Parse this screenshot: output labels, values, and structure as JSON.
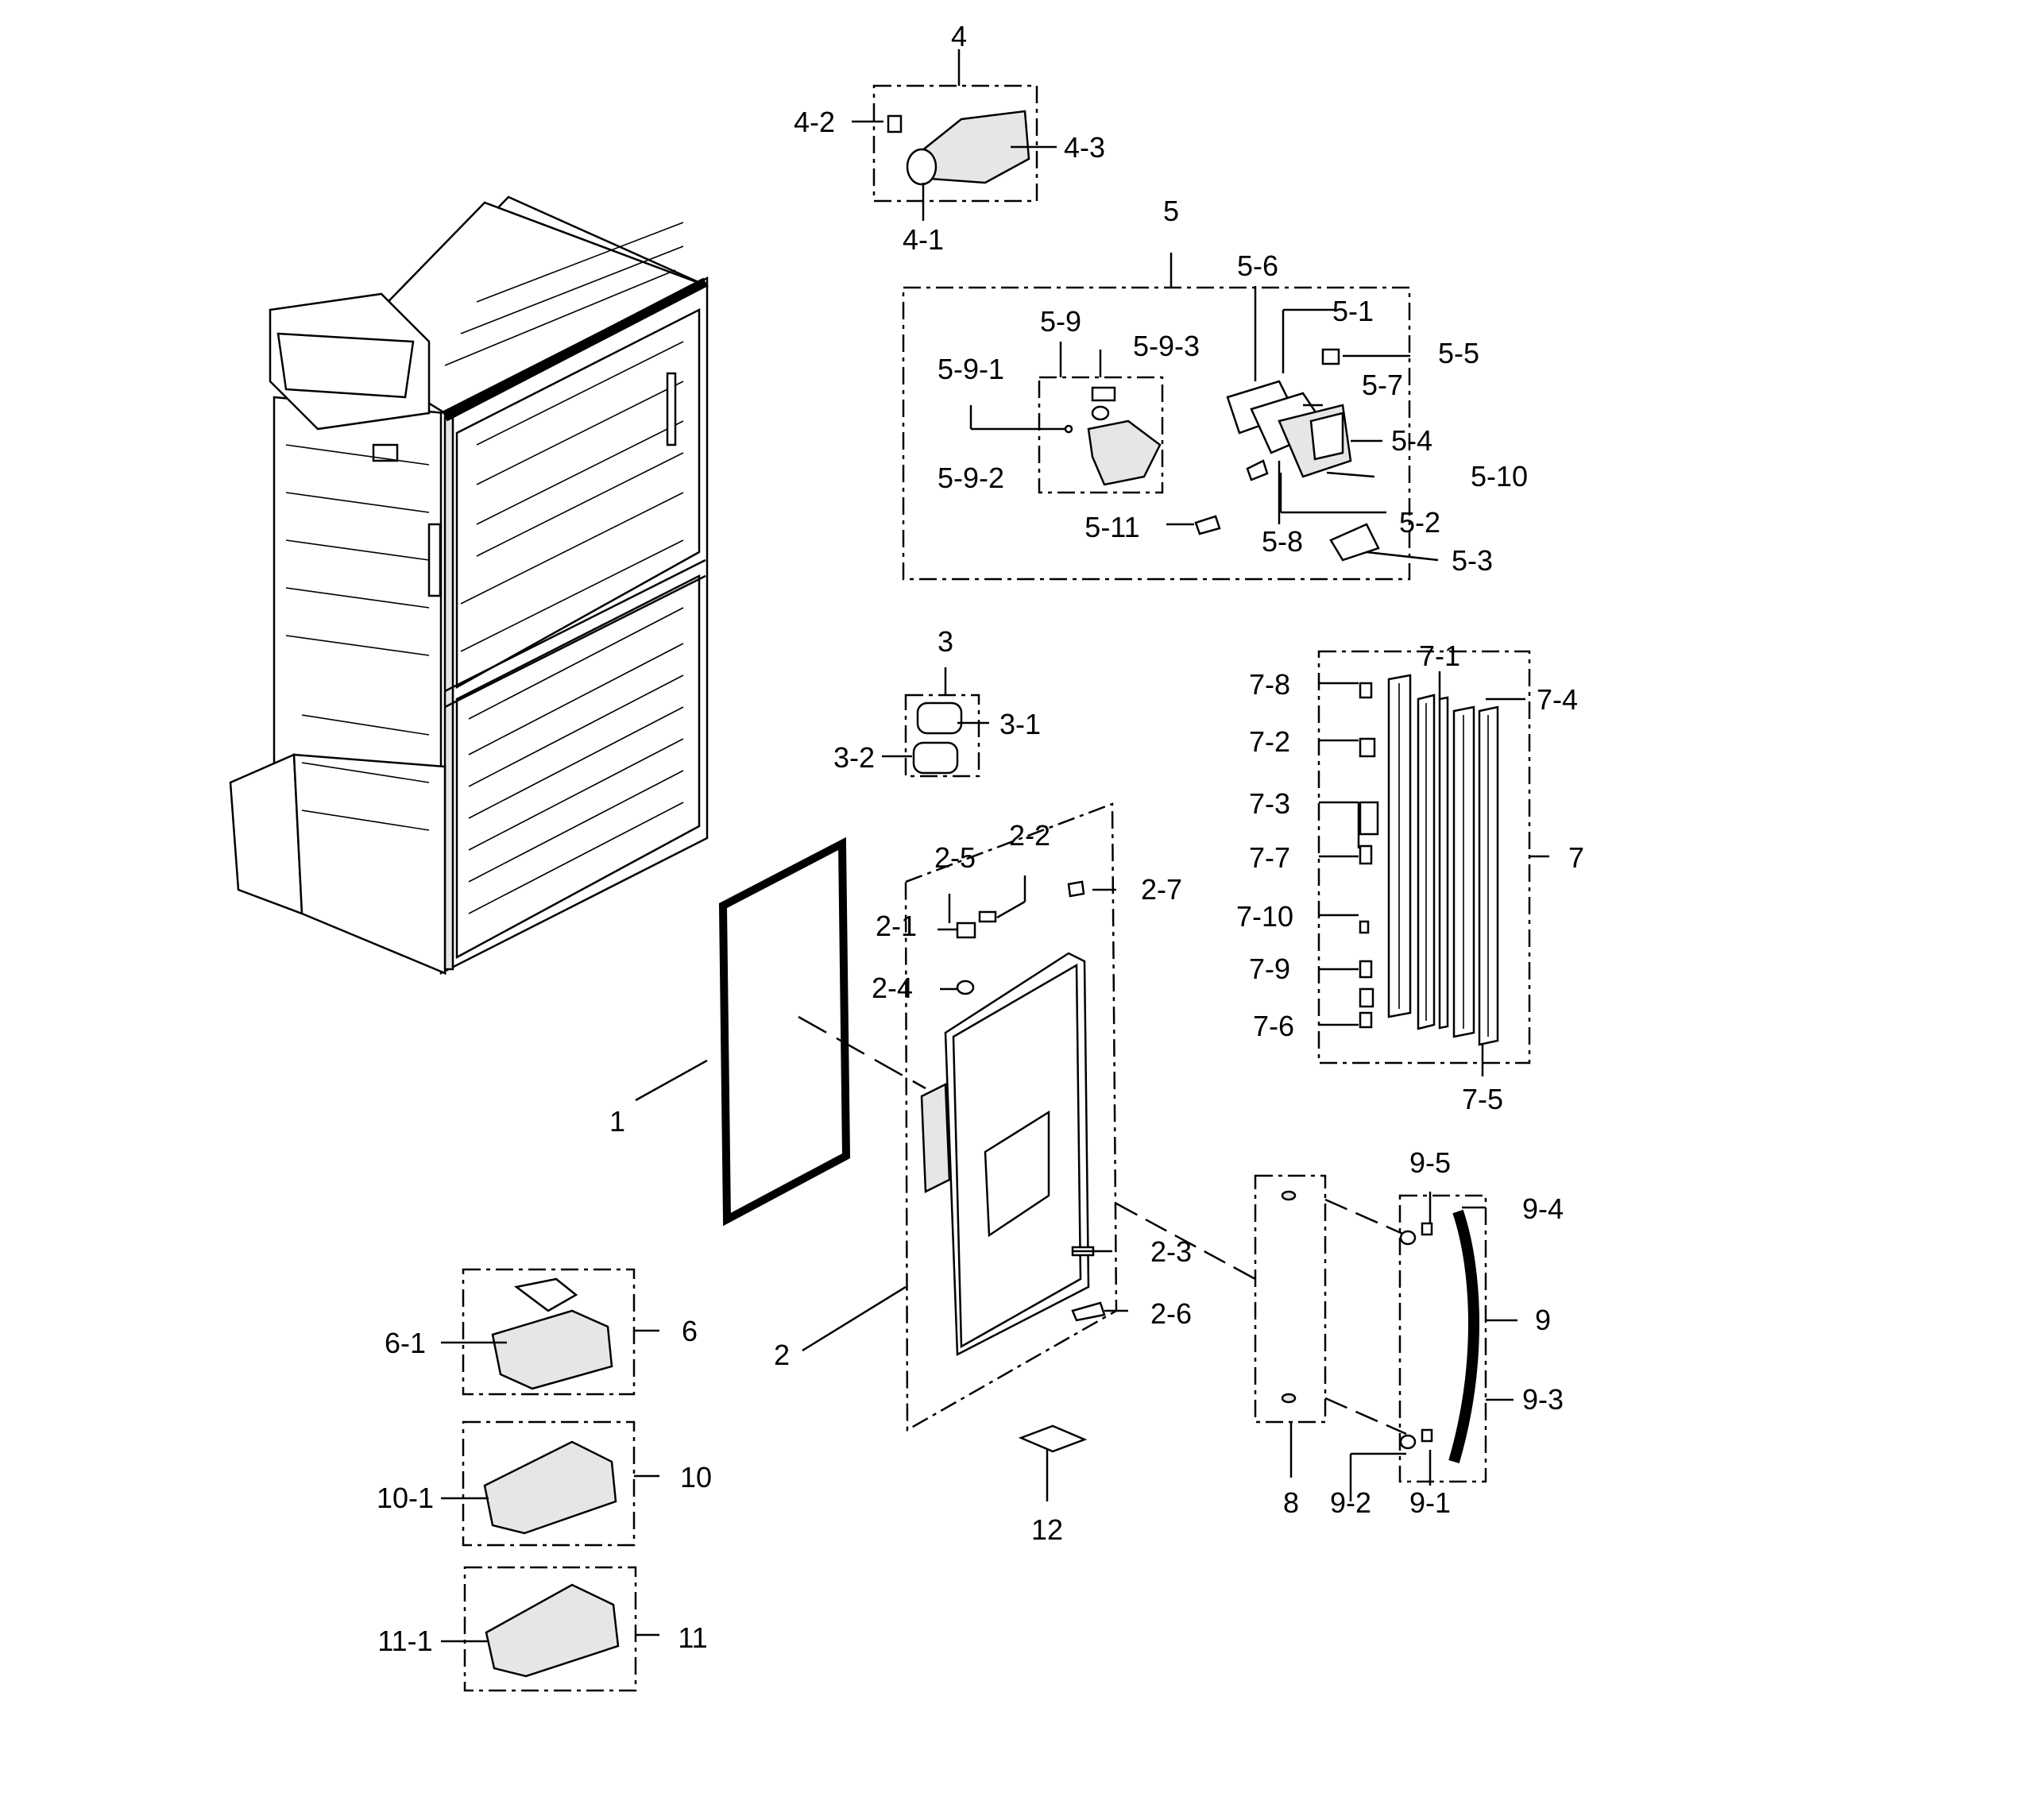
{
  "diagram": {
    "callouts": [
      {
        "id": "4",
        "text": "4"
      },
      {
        "id": "4-1",
        "text": "4-1"
      },
      {
        "id": "4-2",
        "text": "4-2"
      },
      {
        "id": "4-3",
        "text": "4-3"
      },
      {
        "id": "5",
        "text": "5"
      },
      {
        "id": "5-1",
        "text": "5-1"
      },
      {
        "id": "5-2",
        "text": "5-2"
      },
      {
        "id": "5-3",
        "text": "5-3"
      },
      {
        "id": "5-4",
        "text": "5-4"
      },
      {
        "id": "5-5",
        "text": "5-5"
      },
      {
        "id": "5-6",
        "text": "5-6"
      },
      {
        "id": "5-7",
        "text": "5-7"
      },
      {
        "id": "5-8",
        "text": "5-8"
      },
      {
        "id": "5-9",
        "text": "5-9"
      },
      {
        "id": "5-9-1",
        "text": "5-9-1"
      },
      {
        "id": "5-9-2",
        "text": "5-9-2"
      },
      {
        "id": "5-9-3",
        "text": "5-9-3"
      },
      {
        "id": "5-10",
        "text": "5-10"
      },
      {
        "id": "5-11",
        "text": "5-11"
      },
      {
        "id": "3",
        "text": "3"
      },
      {
        "id": "3-1",
        "text": "3-1"
      },
      {
        "id": "3-2",
        "text": "3-2"
      },
      {
        "id": "7",
        "text": "7"
      },
      {
        "id": "7-1",
        "text": "7-1"
      },
      {
        "id": "7-2",
        "text": "7-2"
      },
      {
        "id": "7-3",
        "text": "7-3"
      },
      {
        "id": "7-4",
        "text": "7-4"
      },
      {
        "id": "7-5",
        "text": "7-5"
      },
      {
        "id": "7-6",
        "text": "7-6"
      },
      {
        "id": "7-7",
        "text": "7-7"
      },
      {
        "id": "7-8",
        "text": "7-8"
      },
      {
        "id": "7-9",
        "text": "7-9"
      },
      {
        "id": "7-10",
        "text": "7-10"
      },
      {
        "id": "1",
        "text": "1"
      },
      {
        "id": "2",
        "text": "2"
      },
      {
        "id": "2-1",
        "text": "2-1"
      },
      {
        "id": "2-2",
        "text": "2-2"
      },
      {
        "id": "2-3",
        "text": "2-3"
      },
      {
        "id": "2-4",
        "text": "2-4"
      },
      {
        "id": "2-5",
        "text": "2-5"
      },
      {
        "id": "2-6",
        "text": "2-6"
      },
      {
        "id": "2-7",
        "text": "2-7"
      },
      {
        "id": "6",
        "text": "6"
      },
      {
        "id": "6-1",
        "text": "6-1"
      },
      {
        "id": "8",
        "text": "8"
      },
      {
        "id": "9",
        "text": "9"
      },
      {
        "id": "9-1",
        "text": "9-1"
      },
      {
        "id": "9-2",
        "text": "9-2"
      },
      {
        "id": "9-3",
        "text": "9-3"
      },
      {
        "id": "9-4",
        "text": "9-4"
      },
      {
        "id": "9-5",
        "text": "9-5"
      },
      {
        "id": "10",
        "text": "10"
      },
      {
        "id": "10-1",
        "text": "10-1"
      },
      {
        "id": "11",
        "text": "11"
      },
      {
        "id": "11-1",
        "text": "11-1"
      },
      {
        "id": "12",
        "text": "12"
      }
    ]
  }
}
